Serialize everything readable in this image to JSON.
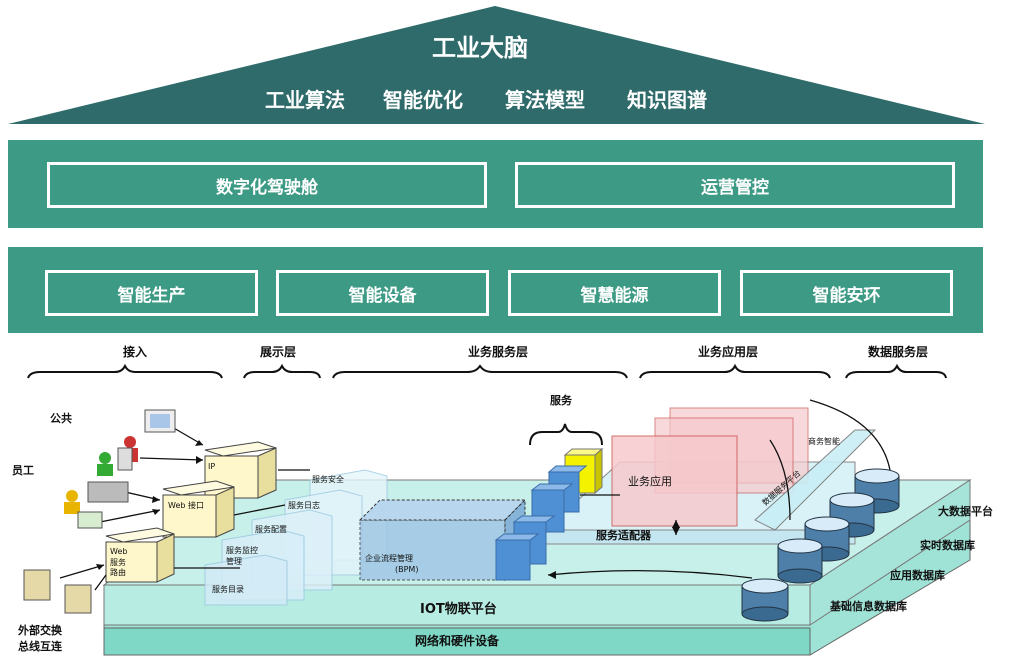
{
  "roof": {
    "title": "工业大脑",
    "items": [
      "工业算法",
      "智能优化",
      "算法模型",
      "知识图谱"
    ]
  },
  "band1": [
    "数字化驾驶舱",
    "运营管控"
  ],
  "band2": [
    "智能生产",
    "智能设备",
    "智慧能源",
    "智能安环"
  ],
  "layers": [
    "接入",
    "展示层",
    "业务服务层",
    "业务应用层",
    "数据服务层"
  ],
  "users": {
    "public": "公共",
    "staff": "员工",
    "external_line1": "外部交换",
    "external_line2": "总线互连"
  },
  "access": {
    "ip": "IP",
    "web_port": "Web 接口",
    "web_route_1": "Web",
    "web_route_2": "服务",
    "web_route_3": "路由"
  },
  "services": {
    "security": "服务安全",
    "log": "服务日志",
    "config": "服务配置",
    "monitor_1": "服务监控",
    "monitor_2": "管理",
    "catalog": "服务目录",
    "bpm_1": "企业流程管理",
    "bpm_2": "(BPM)",
    "service": "服务",
    "adapter": "服务适配器"
  },
  "apps": {
    "business_app": "业务应用",
    "business_intel": "商务智能",
    "data_service_platform": "数据服务平台"
  },
  "databases": [
    "大数据平台",
    "实时数据库",
    "应用数据库",
    "基础信息数据库"
  ],
  "platform": {
    "iot": "IOT物联平台",
    "network": "网络和硬件设备"
  },
  "colors": {
    "band": "#3d9a84",
    "roof": "#2e6b6a",
    "platform": "#c8f0ea",
    "cube_blue": "#4f8fd4",
    "cube_yellow": "#f5f200",
    "app_pink": "#f6c9cc"
  }
}
